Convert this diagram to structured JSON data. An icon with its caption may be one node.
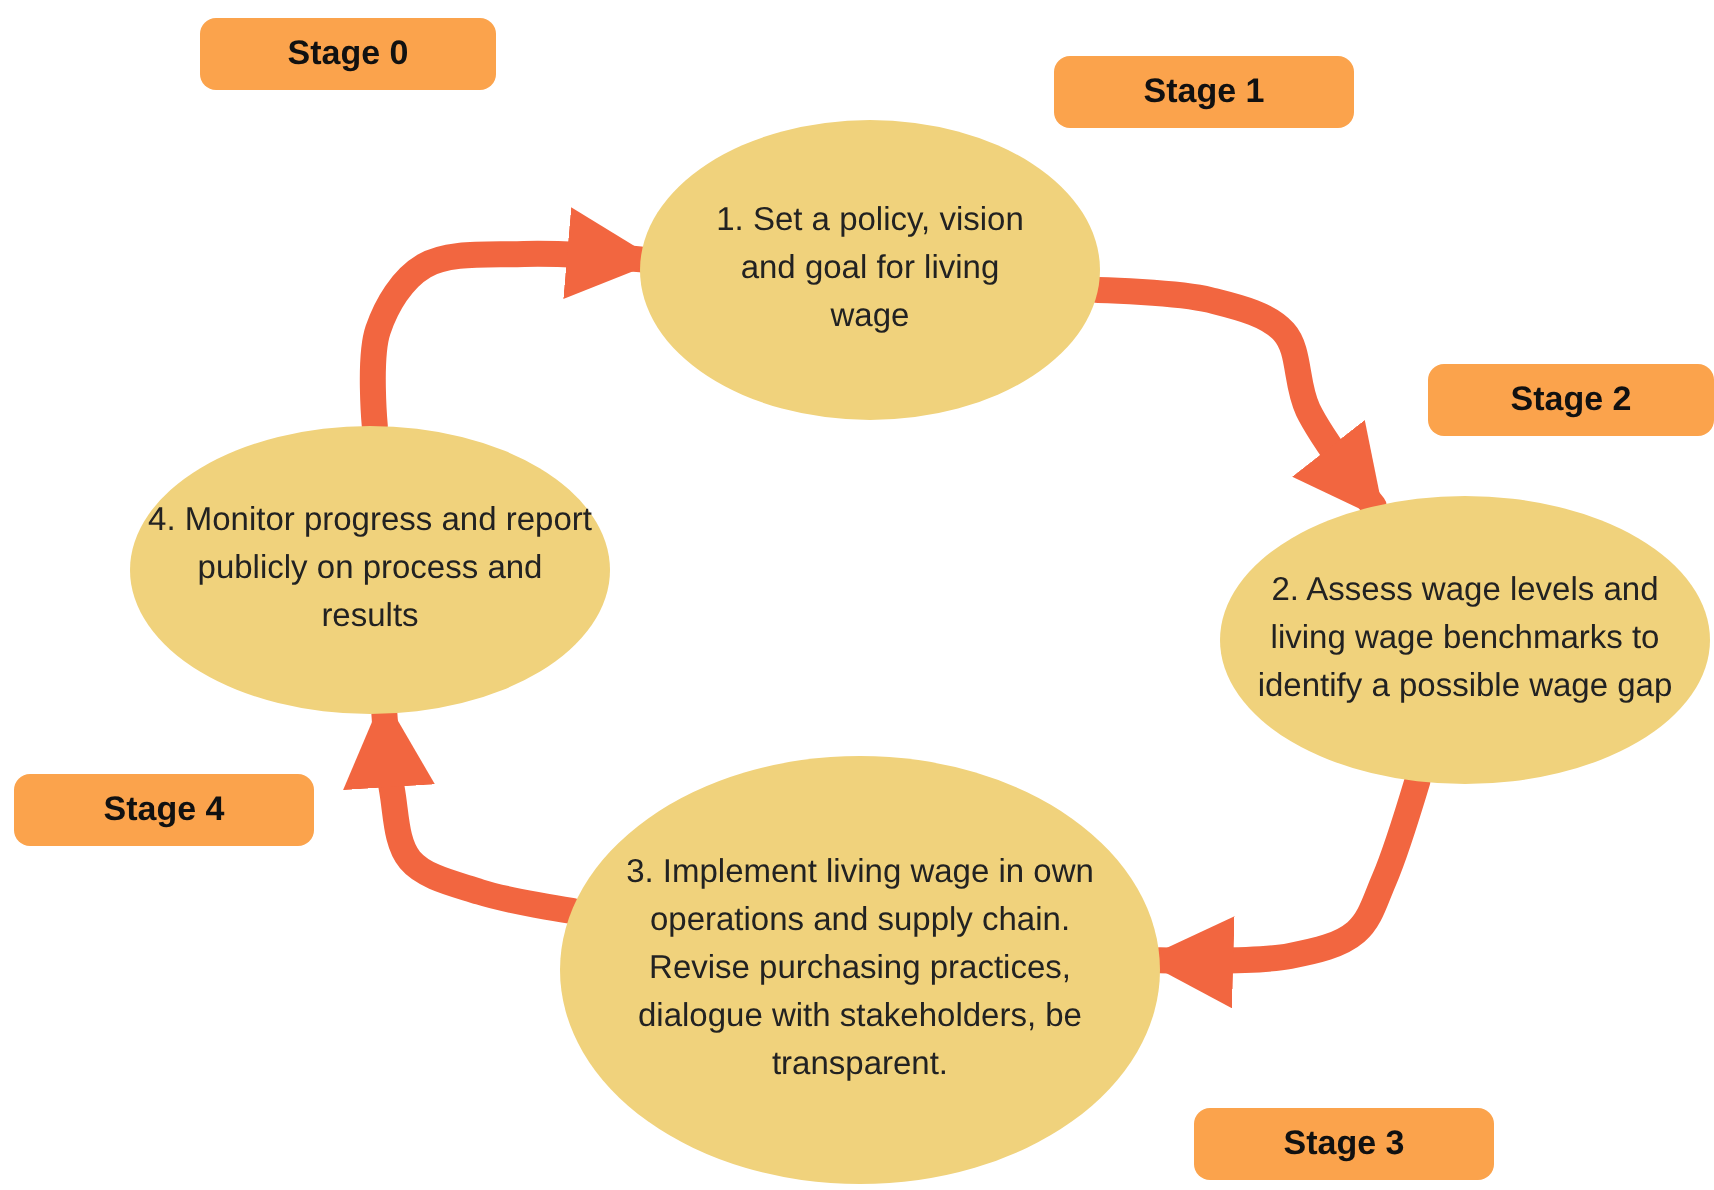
{
  "diagram": {
    "nodes": [
      {
        "text": [
          "Stage 0"
        ]
      },
      {
        "text": [
          "Stage 1"
        ]
      },
      {
        "text": [
          "1. Set a policy, vision and goal for living wage"
        ]
      },
      {
        "text": [
          "Stage 2"
        ]
      },
      {
        "text": [
          "4. Monitor progress and report publicly on process and results"
        ]
      },
      {
        "text": [
          "2. Assess wage levels and living wage benchmarks to identify a possible wage gap"
        ]
      },
      {
        "text": [
          "Stage 4"
        ]
      },
      {
        "text": [
          "3. Implement living wage in own operations and supply chain. Revise purchasing practices, dialogue with stakeholders, be transparent."
        ]
      },
      {
        "text": [
          "Stage 3"
        ]
      }
    ],
    "edges": [
      {
        "from": 4,
        "to": 2,
        "arrow": "to"
      },
      {
        "from": 2,
        "to": 5,
        "arrow": "to"
      },
      {
        "from": 5,
        "to": 7,
        "arrow": "to"
      },
      {
        "from": 7,
        "to": 4,
        "arrow": "to"
      }
    ]
  }
}
